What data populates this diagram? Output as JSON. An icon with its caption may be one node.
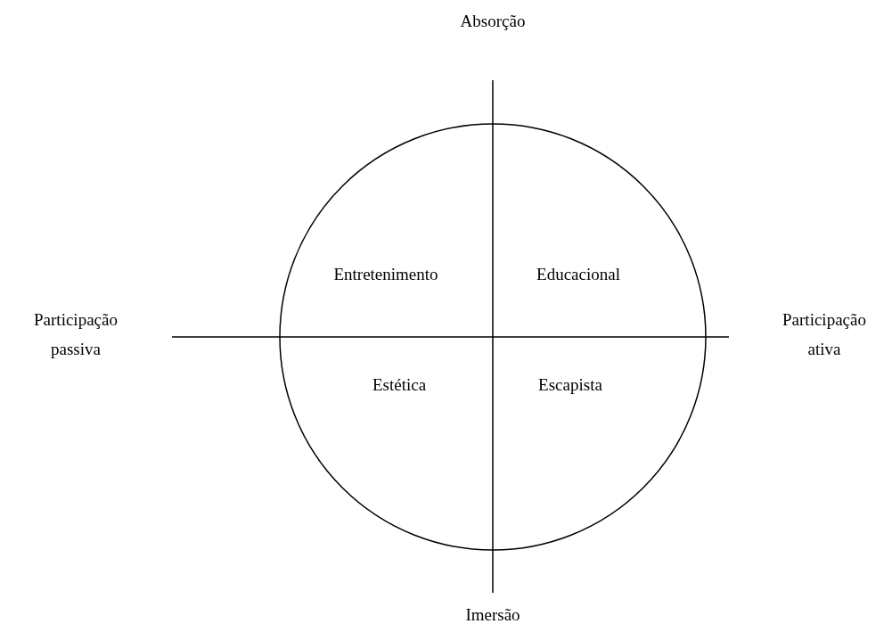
{
  "diagram": {
    "nodes": [
      {
        "text": [
          "Entretenimento",
          "Educacional",
          "Estética",
          "Escapista"
        ]
      }
    ],
    "labels": [
      "Absorção",
      "Participação passiva",
      "Participação ativa",
      "Imersão"
    ]
  }
}
